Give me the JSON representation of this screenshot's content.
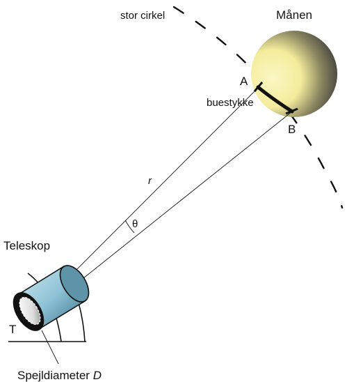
{
  "labels": {
    "great_circle": "stor cirkel",
    "moon": "Månen",
    "point_a": "A",
    "point_b": "B",
    "arc_length": "buestykke",
    "distance": "r",
    "angle": "θ",
    "telescope": "Teleskop",
    "telescope_point": "T",
    "mirror_diameter": "Spejldiameter",
    "mirror_diameter_symbol": "D"
  },
  "colors": {
    "moon_light": "#f5f0a0",
    "moon_dark": "#2a2a2a",
    "tube_light": "#bfe0ea",
    "tube_dark": "#3a6e86",
    "line": "#111111"
  }
}
